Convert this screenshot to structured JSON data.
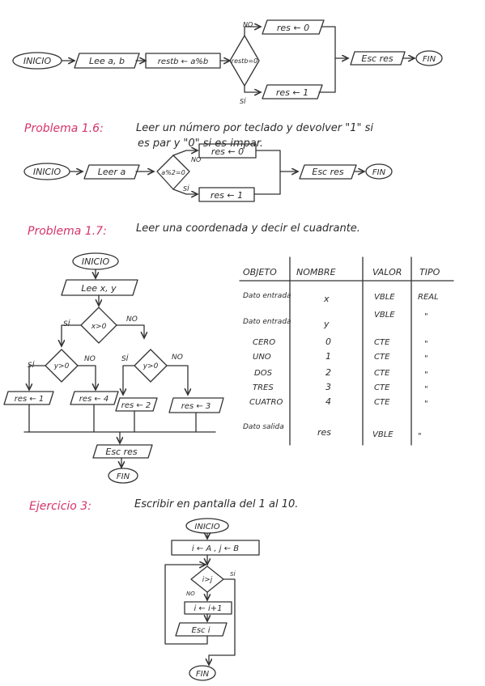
{
  "flow1": {
    "start": "INICIO",
    "read": "Lee  a, b",
    "assign": "restb ← a%b",
    "decision": "restb=0",
    "no": "NO",
    "si": "SÍ",
    "res0": "res ← 0",
    "res1": "res ← 1",
    "write": "Esc res",
    "end": "FIN"
  },
  "p16": {
    "heading": "Problema 1.6:",
    "text1": "Leer un número por teclado y devolver \"1\" si",
    "text2": "es par    y \"0\" si es impar.",
    "start": "INICIO",
    "read": "Leer  a",
    "decision": "a%2=0",
    "no": "NO",
    "si": "SÍ",
    "res0": "res ← 0",
    "res1": "res ← 1",
    "write": "Esc res",
    "end": "FIN"
  },
  "p17": {
    "heading": "Problema 1.7:",
    "text": "Leer una coordenada y decir el cuadrante.",
    "start": "INICIO",
    "read": "Lee  x, y",
    "d_main": "x>0",
    "d_left": "y>0",
    "d_right": "y>0",
    "si": "SÍ",
    "no": "NO",
    "r1": "res ← 1",
    "r4": "res ← 4",
    "r2": "res ← 2",
    "r3": "res ← 3",
    "write": "Esc res",
    "end": "FIN"
  },
  "table": {
    "headers": [
      "OBJETO",
      "NOMBRE",
      "VALOR",
      "TIPO"
    ],
    "rows": [
      [
        "Dato entrada",
        "x",
        "VBLE",
        "REAL"
      ],
      [
        "Dato entrada",
        "y",
        "VBLE",
        "\""
      ],
      [
        "CERO",
        "0",
        "CTE",
        "\""
      ],
      [
        "UNO",
        "1",
        "CTE",
        "\""
      ],
      [
        "DOS",
        "2",
        "CTE",
        "\""
      ],
      [
        "TRES",
        "3",
        "CTE",
        "\""
      ],
      [
        "CUATRO",
        "4",
        "CTE",
        "\""
      ],
      [
        "Dato salida",
        "res",
        "VBLE",
        "\""
      ]
    ]
  },
  "ej3": {
    "heading": "Ejercicio 3:",
    "text": "Escribir en pantalla del 1 al 10.",
    "start": "INICIO",
    "init": "i ← A ,  j ← B",
    "decision": "i>j",
    "no": "NO",
    "inc": "i ← i+1",
    "write": "Esc  i",
    "si": "SÍ",
    "end": "FIN"
  },
  "colors": {
    "heading": "#d6336c",
    "ink": "#2b2b2b"
  }
}
